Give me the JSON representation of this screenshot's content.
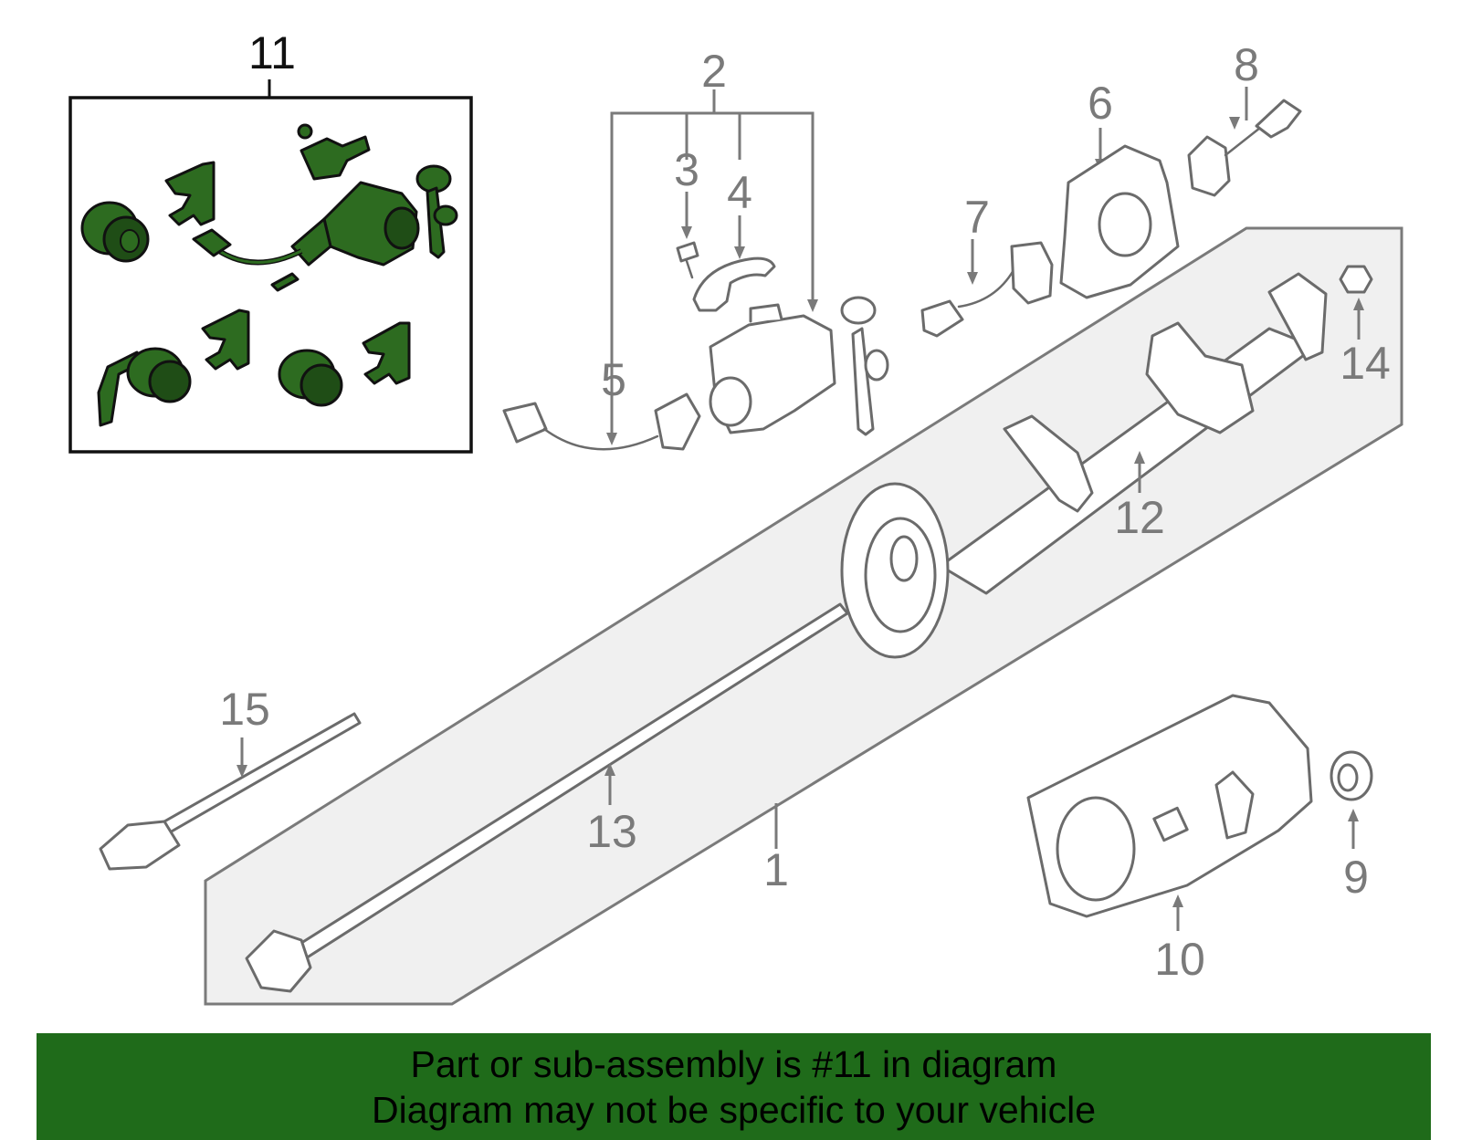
{
  "diagram": {
    "callouts": {
      "c1": "1",
      "c2": "2",
      "c3": "3",
      "c4": "4",
      "c5": "5",
      "c6": "6",
      "c7": "7",
      "c8": "8",
      "c9": "9",
      "c10": "10",
      "c11": "11",
      "c12": "12",
      "c13": "13",
      "c14": "14",
      "c15": "15"
    },
    "highlight_color": "#2d6b20",
    "callout_color": "#7a7a7a"
  },
  "banner": {
    "line1": "Part or sub-assembly is #11 in diagram",
    "line2": "Diagram may not be specific to your vehicle",
    "background": "#1f6b1a"
  }
}
